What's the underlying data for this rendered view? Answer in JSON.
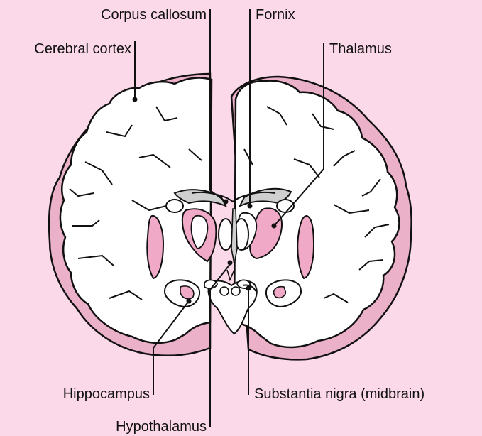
{
  "labels": {
    "corpus_callosum": "Corpus callosum",
    "fornix": "Fornix",
    "cerebral_cortex": "Cerebral cortex",
    "thalamus": "Thalamus",
    "hippocampus": "Hippocampus",
    "substantia_nigra": "Substantia nigra (midbrain)",
    "hypothalamus": "Hypothalamus"
  },
  "colors": {
    "background": "#fbd9e8",
    "cortex_rim": "#eab1c8",
    "white_matter": "#ffffff",
    "deep_nuclei": "#f0a9c6",
    "ventricle": "#cfcfcf",
    "outline": "#111111"
  }
}
